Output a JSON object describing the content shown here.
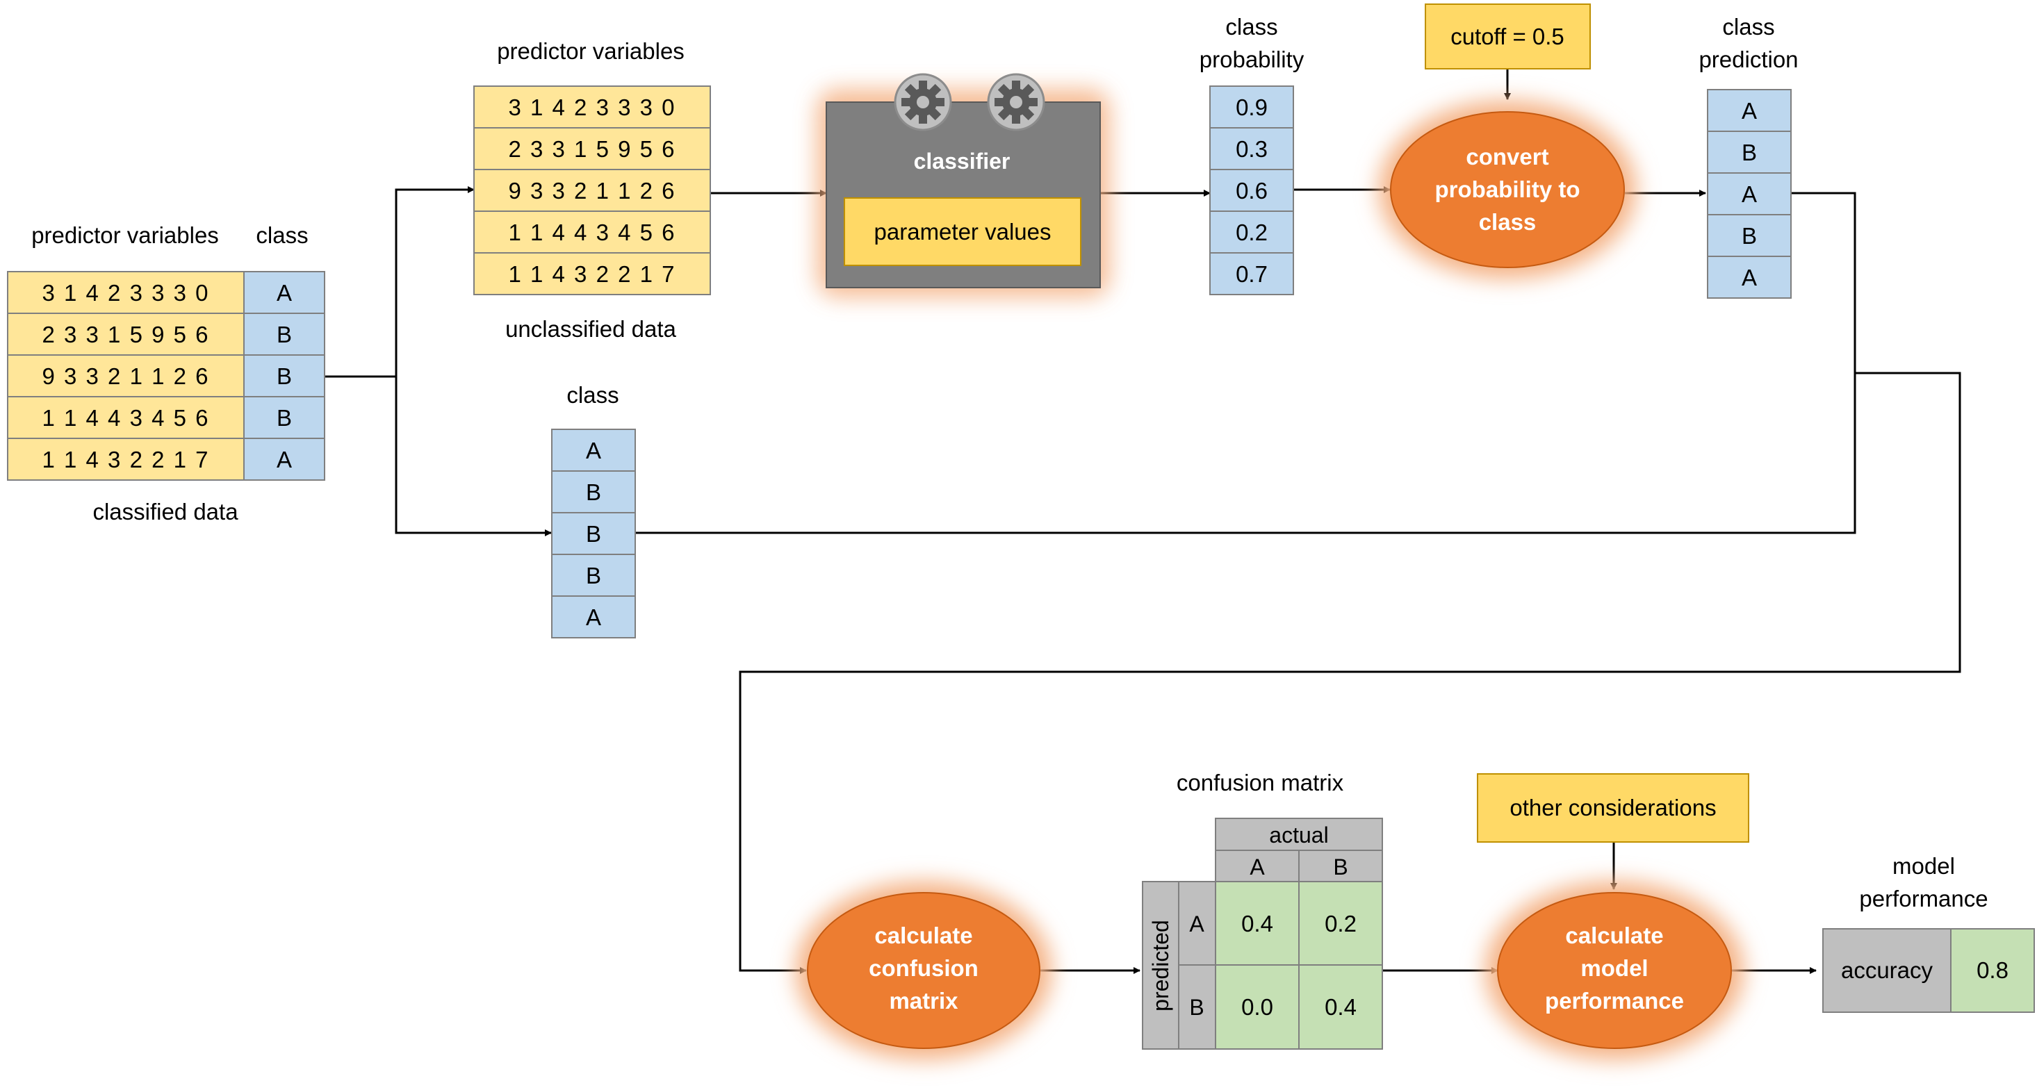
{
  "classified": {
    "predictors_header": "predictor variables",
    "class_header": "class",
    "rows": [
      "3 1 4 2 3 3 3 0",
      "2 3 3 1 5 9 5 6",
      "9 3 3 2 1 1 2 6",
      "1 1 4 4 3 4 5 6",
      "1 1 4 3 2 2 1 7"
    ],
    "classes": [
      "A",
      "B",
      "B",
      "B",
      "A"
    ],
    "caption": "classified data"
  },
  "unclassified": {
    "header": "predictor variables",
    "rows": [
      "3 1 4 2 3 3 3 0",
      "2 3 3 1 5 9 5 6",
      "9 3 3 2 1 1 2 6",
      "1 1 4 4 3 4 5 6",
      "1 1 4 3 2 2 1 7"
    ],
    "caption": "unclassified data"
  },
  "true_class": {
    "header": "class",
    "values": [
      "A",
      "B",
      "B",
      "B",
      "A"
    ]
  },
  "classifier": {
    "title": "classifier",
    "params": "parameter values",
    "icons": [
      "gear-icon",
      "gear-icon"
    ]
  },
  "probability": {
    "header_line1": "class",
    "header_line2": "probability",
    "values": [
      "0.9",
      "0.3",
      "0.6",
      "0.2",
      "0.7"
    ]
  },
  "cutoff": {
    "label": "cutoff = 0.5"
  },
  "convert": {
    "line1": "convert",
    "line2": "probability to",
    "line3": "class"
  },
  "prediction": {
    "header_line1": "class",
    "header_line2": "prediction",
    "values": [
      "A",
      "B",
      "A",
      "B",
      "A"
    ]
  },
  "calc_confusion": {
    "line1": "calculate",
    "line2": "confusion",
    "line3": "matrix"
  },
  "confusion": {
    "title": "confusion matrix",
    "actual_label": "actual",
    "predicted_label": "predicted",
    "col_labels": [
      "A",
      "B"
    ],
    "row_labels": [
      "A",
      "B"
    ],
    "cells": [
      [
        "0.4",
        "0.2"
      ],
      [
        "0.0",
        "0.4"
      ]
    ]
  },
  "other": {
    "label": "other considerations"
  },
  "calc_performance": {
    "line1": "calculate",
    "line2": "model",
    "line3": "performance"
  },
  "performance": {
    "header_line1": "model",
    "header_line2": "performance",
    "metric": "accuracy",
    "value": "0.8"
  },
  "colors": {
    "yellow": "#FFE699",
    "yellow_box": "#FFD966",
    "blue": "#BDD7EE",
    "green": "#C5E0B4",
    "gray": "#BFBFBF",
    "dark_gray": "#7F7F7F",
    "orange": "#ED7D31",
    "glow": "#F4B183",
    "border": "#7F7F7F"
  }
}
